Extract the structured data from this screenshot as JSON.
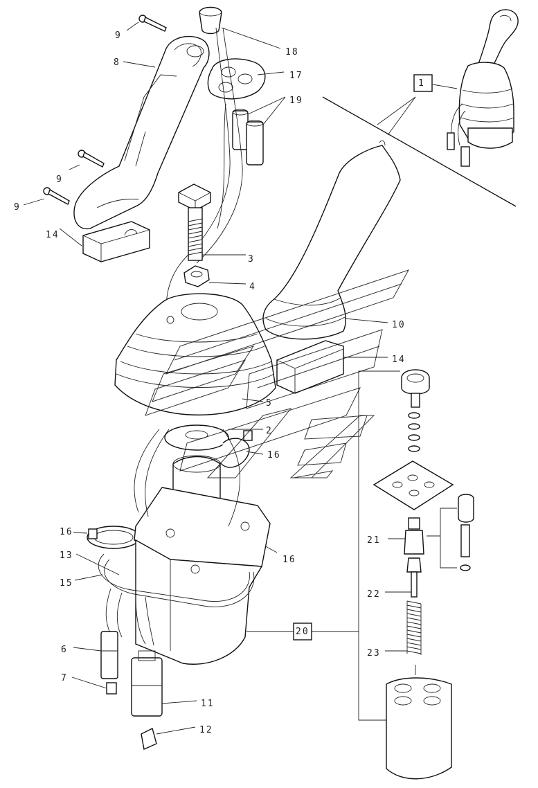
{
  "callouts": {
    "c9a": "9",
    "c8": "8",
    "c9b": "9",
    "c9c": "9",
    "c14a": "14",
    "c18": "18",
    "c17": "17",
    "c19": "19",
    "c3": "3",
    "c4": "4",
    "c10": "10",
    "c14b": "14",
    "c5": "5",
    "c2": "2",
    "c16a": "16",
    "c16b": "16",
    "c13": "13",
    "c15": "15",
    "c16c": "16",
    "c6": "6",
    "c7": "7",
    "c11": "11",
    "c12": "12",
    "c20": "20",
    "c21": "21",
    "c22": "22",
    "c23": "23",
    "c1": "1"
  }
}
